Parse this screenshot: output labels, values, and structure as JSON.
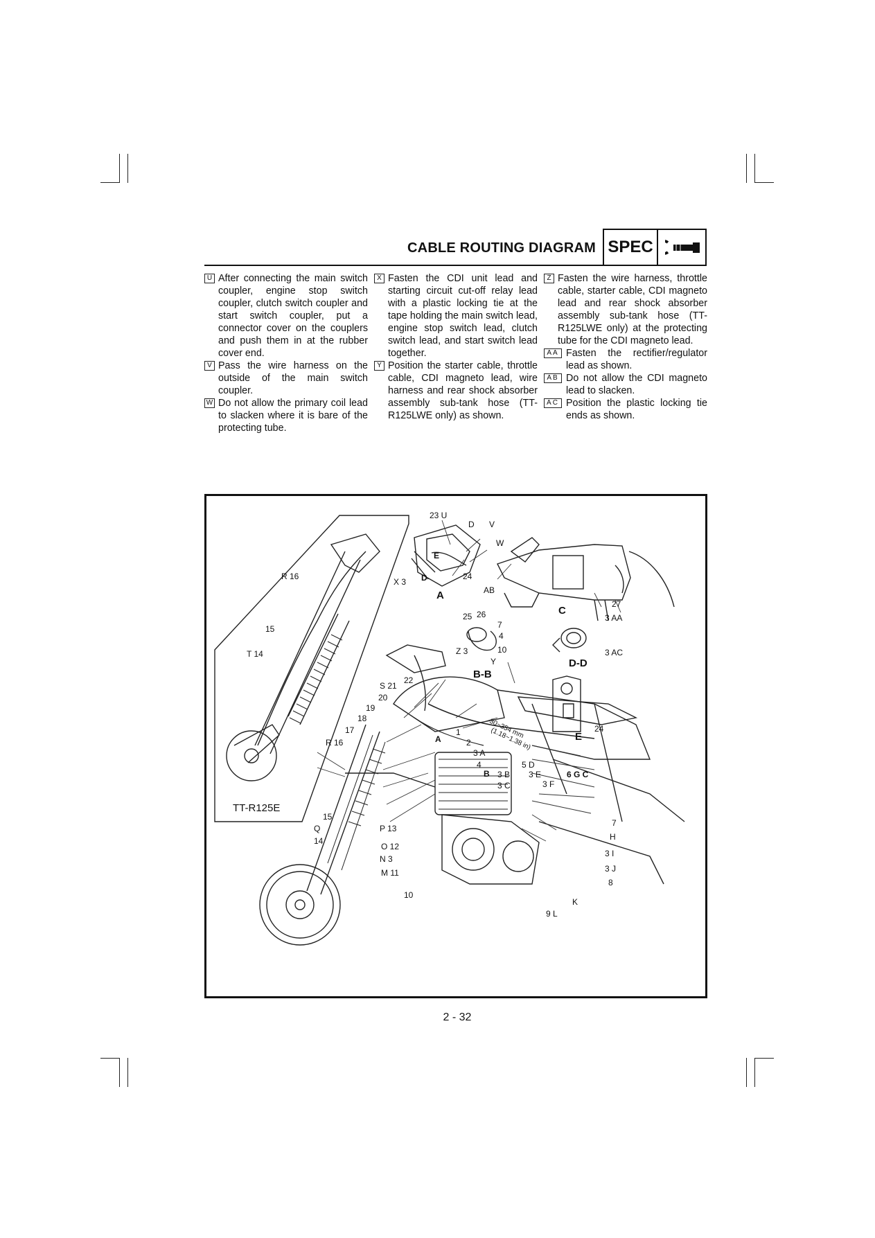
{
  "header": {
    "title": "CABLE ROUTING DIAGRAM",
    "badge": "SPEC"
  },
  "notes": {
    "col1": [
      {
        "key": "U",
        "text": "After connecting the main switch coupler, engine stop switch coupler, clutch switch coupler and start switch coupler, put a connector cover on the couplers and push them in at the rubber cover end."
      },
      {
        "key": "V",
        "text": "Pass the wire harness on the outside of the main switch coupler."
      },
      {
        "key": "W",
        "text": "Do not allow the primary coil lead to slacken where it is bare of the protecting tube."
      }
    ],
    "col2": [
      {
        "key": "X",
        "text": "Fasten the CDI unit lead and starting circuit cut-off relay lead with a plastic locking tie at the tape holding the main switch lead, engine stop switch lead, clutch switch lead, and start switch lead together."
      },
      {
        "key": "Y",
        "text": "Position the starter cable, throttle cable, CDI magneto lead, wire harness and rear shock absorber assembly sub-tank hose (TT-R125LWE only) as shown."
      }
    ],
    "col3": [
      {
        "key": "Z",
        "text": "Fasten the wire harness, throttle cable, starter cable, CDI magneto lead and rear shock absorber assembly sub-tank hose (TT-R125LWE only) at the protecting tube for the CDI magneto lead."
      },
      {
        "key": "AA",
        "text": "Fasten the rectifier/regulator lead as shown."
      },
      {
        "key": "AB",
        "text": "Do not allow the CDI magneto lead to slacken."
      },
      {
        "key": "AC",
        "text": "Position the plastic locking tie ends as shown."
      }
    ]
  },
  "figure": {
    "model_label": "TT-R125E",
    "view_labels": [
      "A",
      "C",
      "B-B",
      "D-D",
      "E"
    ],
    "dimension": "30~354 mm (1.18~1.38 in)",
    "callouts": [
      "23 U",
      "V",
      "W",
      "D",
      "E",
      "X 3",
      "D",
      "24",
      "AB",
      "27",
      "3 AA",
      "25",
      "26",
      "7",
      "4",
      "10",
      "Z 3",
      "Y",
      "3 AC",
      "24",
      "R 16",
      "15",
      "T 14",
      "S 21",
      "22",
      "20",
      "19",
      "18",
      "17",
      "R 16",
      "1",
      "2",
      "3 A",
      "4",
      "5 D",
      "3 B",
      "3 E",
      "3 C",
      "3 F",
      "6 G",
      "7",
      "H",
      "3 I",
      "3 J",
      "8",
      "K",
      "9 L",
      "15",
      "Q",
      "14",
      "P 13",
      "O 12",
      "N 3",
      "M 11",
      "10"
    ]
  },
  "page": {
    "number": "2 - 32"
  }
}
